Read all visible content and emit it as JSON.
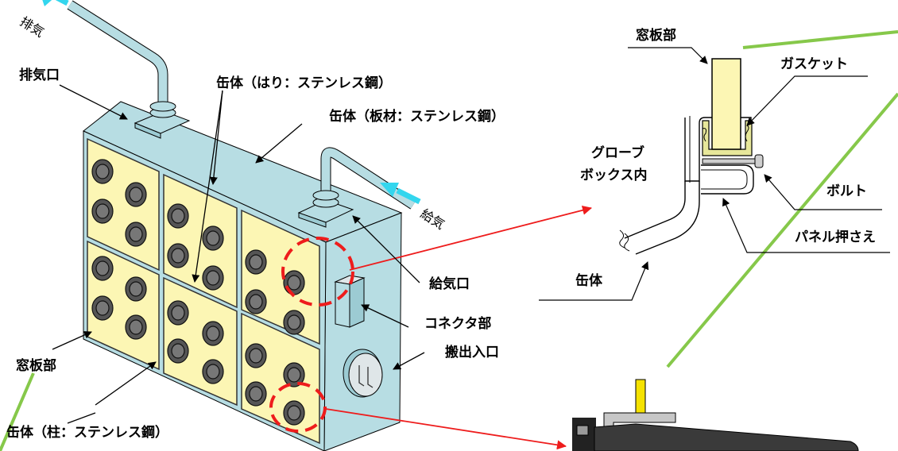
{
  "labels": {
    "exhaust_flow": "排気",
    "supply_flow": "給気",
    "exhaust_port": "排気口",
    "beam": "缶体（はり：ステンレス鋼）",
    "plate": "缶体（板材：ステンレス鋼）",
    "supply_port": "給気口",
    "connector": "コネクタ部",
    "transfer_port": "搬出入口",
    "window_panel": "窓板部",
    "pillar": "缶体（柱：ステンレス鋼）",
    "detail_window_panel": "窓板部",
    "gasket": "ガスケット",
    "glovebox_line1": "グローブ",
    "glovebox_line2": "ボックス内",
    "bolt": "ボルト",
    "panel_holder": "パネル押さえ",
    "detail_body": "缶体"
  },
  "colors": {
    "box_body": "#b7dde3",
    "window_fill": "#fcf6b4",
    "glove_port": "#555555",
    "gasket": "#e7e79a",
    "pipe": "#b7dde3",
    "flow_arrow": "#33d6ee",
    "highlight_circle": "#ee1c1c",
    "callout_arrow": "#ee1c1c",
    "accent_line": "#86c84a"
  },
  "icons": [
    "exhaust-arrow-icon",
    "supply-arrow-icon",
    "connector-icon",
    "transfer-port-icon"
  ]
}
